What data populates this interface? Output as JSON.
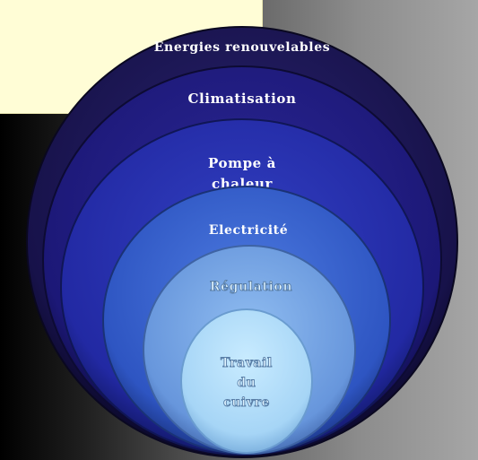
{
  "diagram": {
    "rings": [
      {
        "id": "energies",
        "lines": [
          "Energies renouvelables"
        ],
        "color": "#1b1457"
      },
      {
        "id": "climatisation",
        "lines": [
          "Climatisation"
        ],
        "color": "#1f1a80"
      },
      {
        "id": "pompe",
        "lines": [
          "Pompe à",
          "chaleur"
        ],
        "color": "#232aa8"
      },
      {
        "id": "electricite",
        "lines": [
          "Electricité"
        ],
        "color": "#2f55c4"
      },
      {
        "id": "regulation",
        "lines": [
          "Régulation"
        ],
        "color": "#6b9ce0"
      },
      {
        "id": "travail",
        "lines": [
          "Travail",
          "du",
          "cuivre"
        ],
        "color": "#a7d6f7"
      }
    ]
  }
}
